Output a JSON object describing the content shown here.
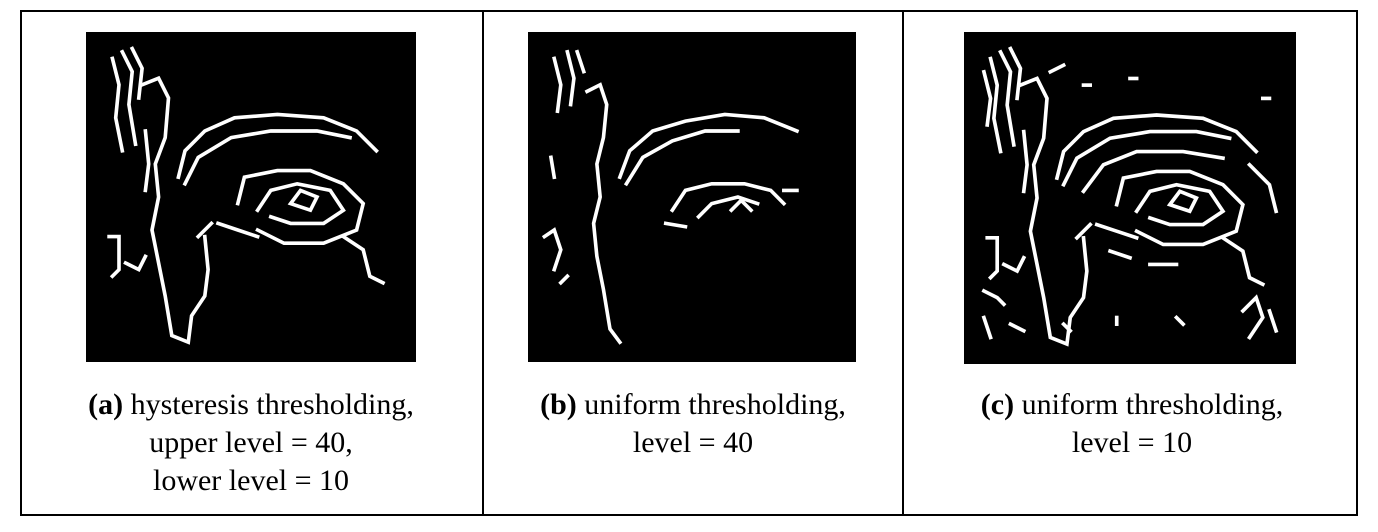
{
  "panels": [
    {
      "tag": "(a)",
      "lines": [
        "hysteresis thresholding,",
        "upper level = 40,",
        "lower level = 10"
      ],
      "image_alt": "edge map, hysteresis thresholding"
    },
    {
      "tag": "(b)",
      "lines": [
        "uniform thresholding,",
        "level = 40"
      ],
      "image_alt": "edge map, uniform thresholding level 40"
    },
    {
      "tag": "(c)",
      "lines": [
        "uniform thresholding,",
        "level = 10"
      ],
      "image_alt": "edge map, uniform thresholding level 10"
    }
  ],
  "colors": {
    "background": "#000000",
    "edge": "#ffffff",
    "border": "#000000"
  }
}
